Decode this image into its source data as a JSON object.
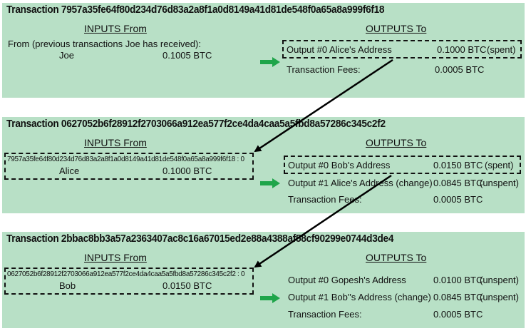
{
  "transactions": [
    {
      "title": "Transaction 7957a35fe64f80d234d76d83a2a8f1a0d8149a41d81de548f0a65a8a999f6f18",
      "inputs_header": "INPUTS From",
      "outputs_header": "OUTPUTS To",
      "input_ref": "From (previous transactions Joe has received):",
      "input_name": "Joe",
      "input_amount": "0.1005 BTC",
      "outputs": [
        {
          "label": "Output #0 Alice's Address",
          "amount": "0.1000 BTC",
          "status": "(spent)"
        }
      ],
      "fees_label": "Transaction Fees:",
      "fees_amount": "0.0005 BTC"
    },
    {
      "title": "Transaction 0627052b6f28912f2703066a912ea577f2ce4da4caa5a5fbd8a57286c345c2f2",
      "inputs_header": "INPUTS From",
      "outputs_header": "OUTPUTS To",
      "input_ref": "7957a35fe64f80d234d76d83a2a8f1a0d8149a41d81de548f0a65a8a999f6f18 : 0",
      "input_name": "Alice",
      "input_amount": "0.1000 BTC",
      "outputs": [
        {
          "label": "Output #0 Bob's Address",
          "amount": "0.0150 BTC",
          "status": "(spent)"
        },
        {
          "label": "Output #1 Alice's Address (change)",
          "amount": "0.0845 BTC",
          "status": "(unspent)"
        }
      ],
      "fees_label": "Transaction Fees:",
      "fees_amount": "0.0005 BTC"
    },
    {
      "title": "Transaction 2bbac8bb3a57a2363407ac8c16a67015ed2e88a4388af58cf90299e0744d3de4",
      "inputs_header": "INPUTS From",
      "outputs_header": "OUTPUTS To",
      "input_ref": "0627052b6f28912f2703066a912ea577f2ce4da4caa5a5fbd8a57286c345c2f2 : 0",
      "input_name": "Bob",
      "input_amount": "0.0150 BTC",
      "outputs": [
        {
          "label": "Output #0 Gopesh's Address",
          "amount": "0.0100 BTC",
          "status": "(unspent)"
        },
        {
          "label": "Output #1 Bob''s Address (change)",
          "amount": "0.0845 BTC",
          "status": "(unspent)"
        }
      ],
      "fees_label": "Transaction Fees:",
      "fees_amount": "0.0005 BTC"
    }
  ],
  "colors": {
    "panel_bg": "#b8e0c6",
    "arrow_green": "#1fa54a",
    "link_arrow": "#000000"
  }
}
